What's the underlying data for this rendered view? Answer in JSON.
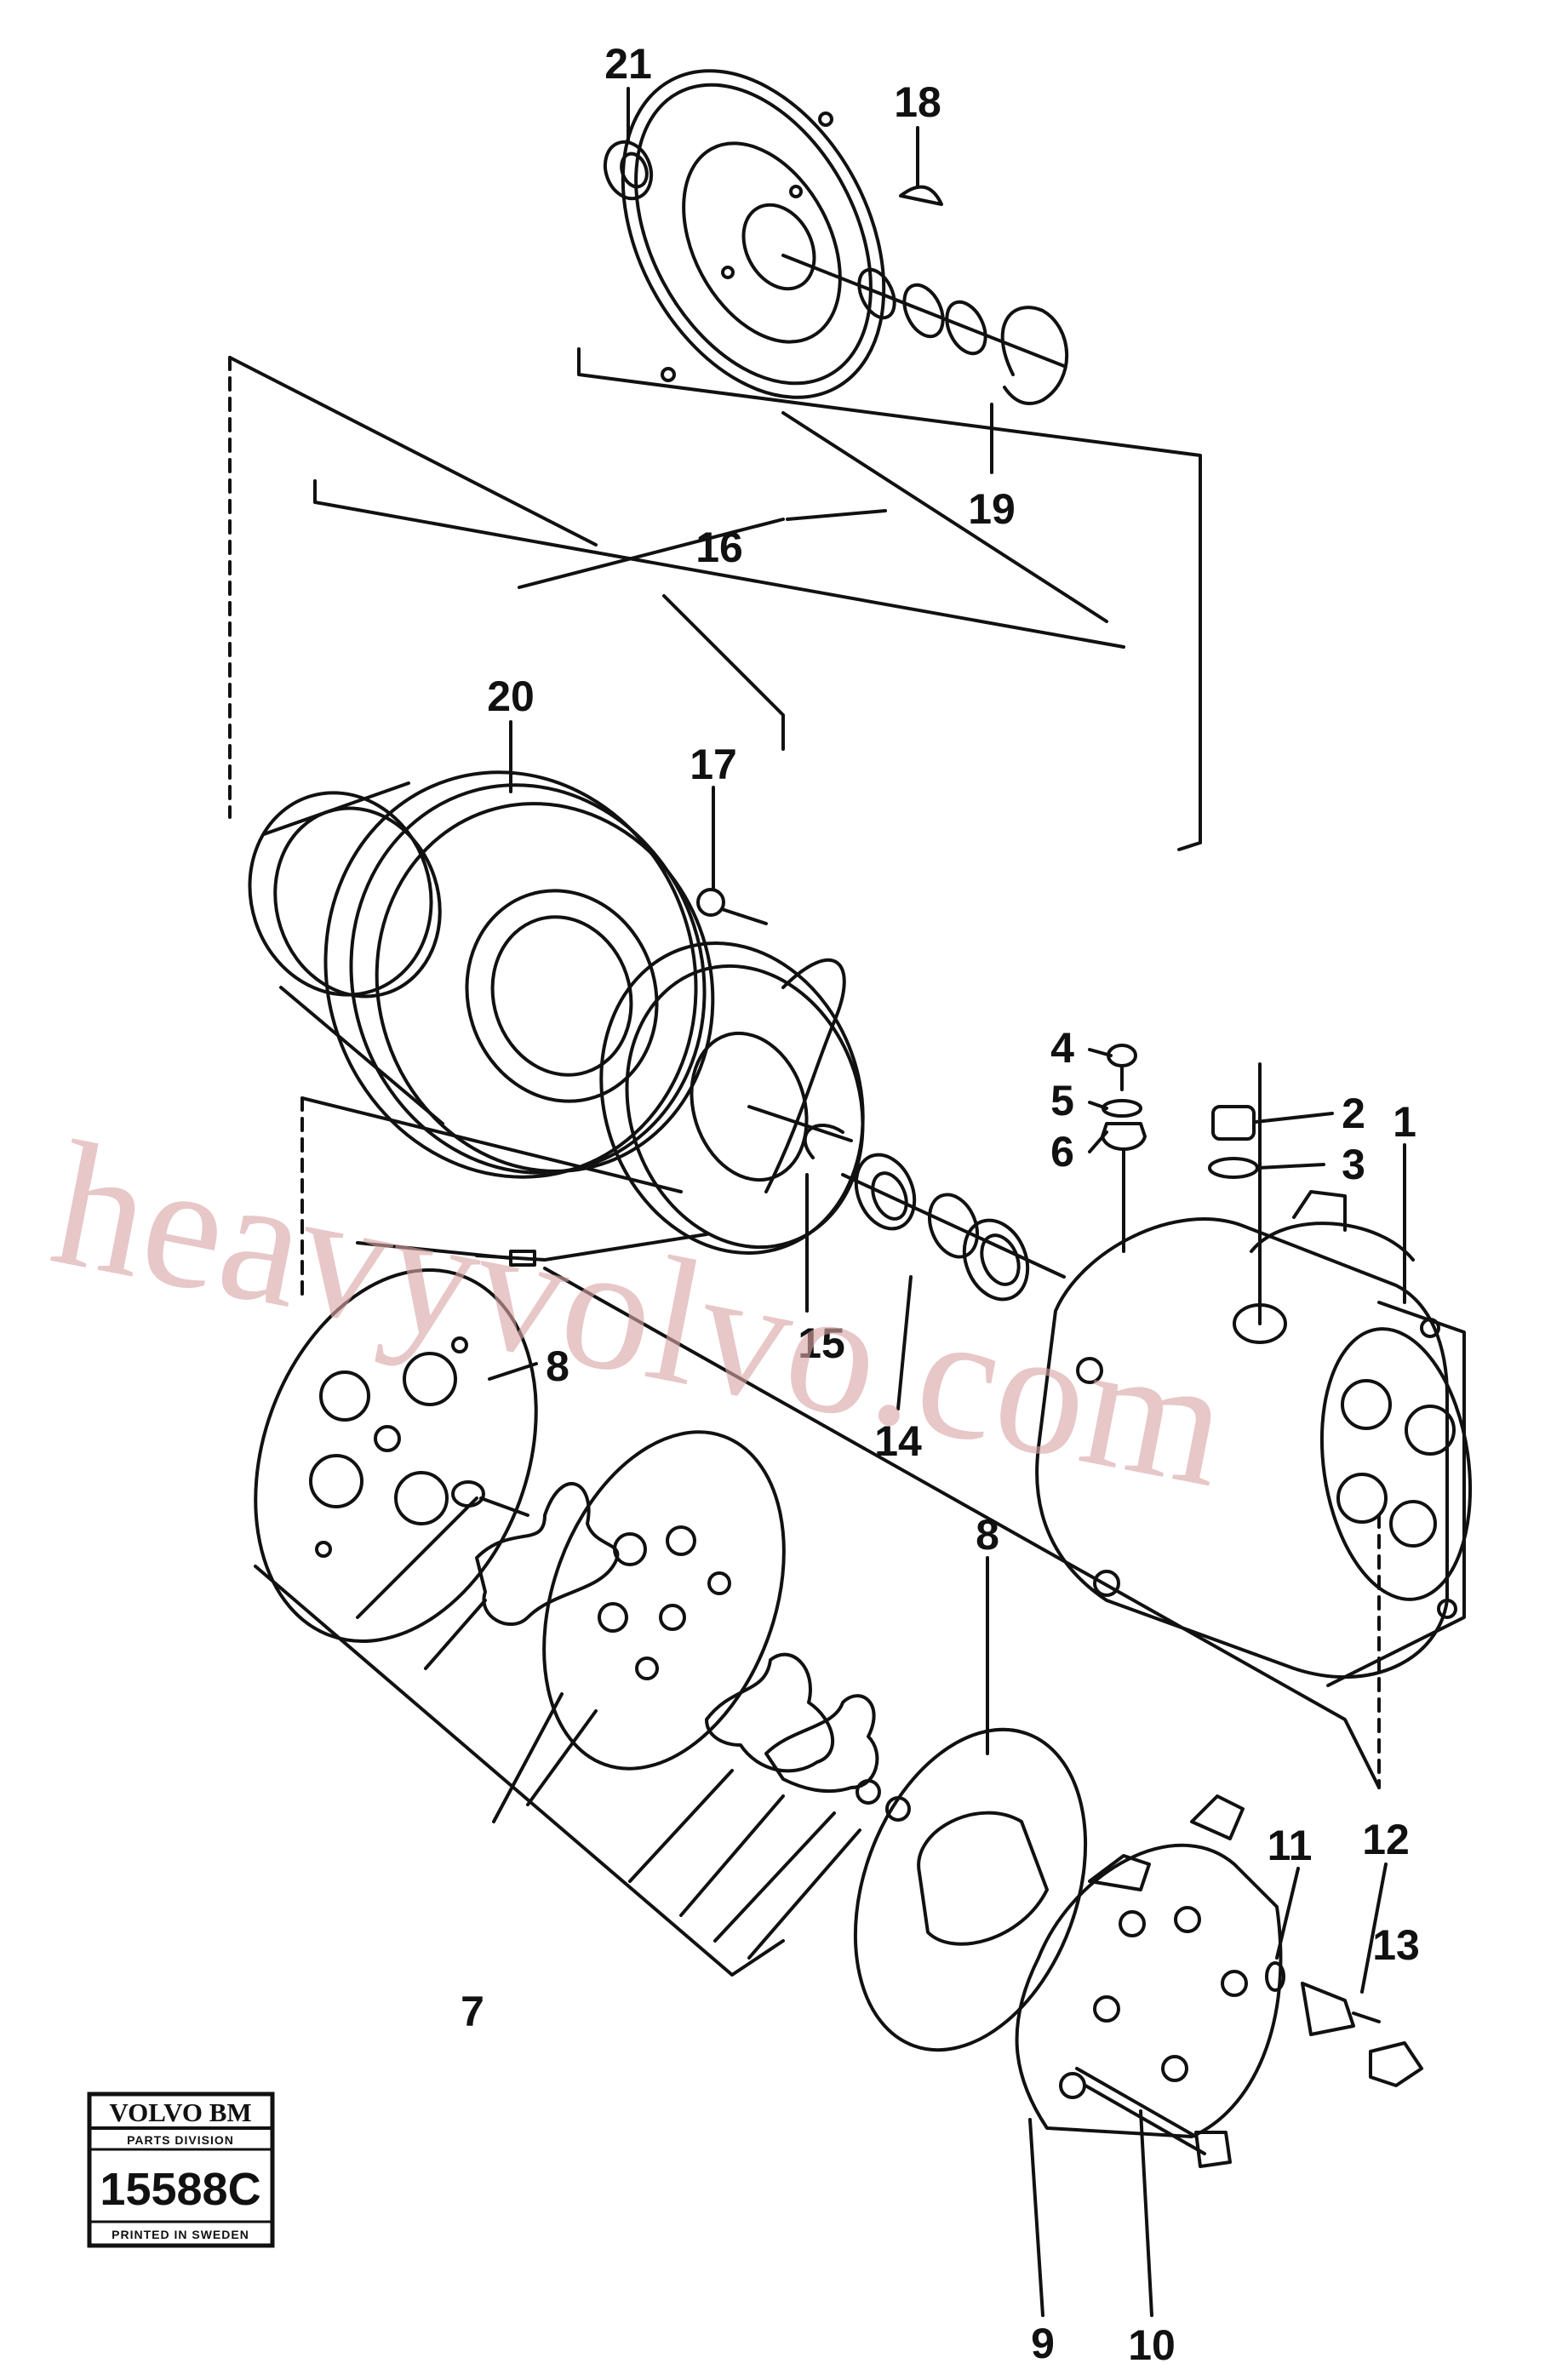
{
  "callouts": {
    "c1": "1",
    "c2": "2",
    "c3": "3",
    "c4": "4",
    "c5": "5",
    "c6": "6",
    "c7": "7",
    "c8a": "8",
    "c8b": "8",
    "c9": "9",
    "c10": "10",
    "c11": "11",
    "c12": "12",
    "c13": "13",
    "c14": "14",
    "c15": "15",
    "c16": "16",
    "c17": "17",
    "c18": "18",
    "c19": "19",
    "c20": "20",
    "c21": "21"
  },
  "stamp": {
    "brand": "VOLVO BM",
    "division": "PARTS DIVISION",
    "number": "15588C",
    "printed": "PRINTED IN SWEDEN"
  },
  "watermark": "heavyvolvo.com",
  "colors": {
    "ink": "#111111",
    "watermark": "#d9a5a5",
    "paper": "#ffffff"
  }
}
